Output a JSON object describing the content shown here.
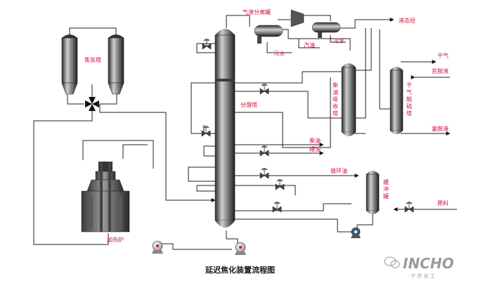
{
  "caption": "延迟焦化装置流程图",
  "equipment": {
    "coke_drums": "焦炭塔",
    "fractionator": "分馏塔",
    "furnace": "加热炉",
    "gas_liquid_separator": "气液分离罐",
    "diesel_absorber": [
      "柴",
      "油",
      "吸",
      "收",
      "塔"
    ],
    "dry_gas_desulfurizer": [
      "干",
      "气",
      "脱",
      "硫",
      "塔"
    ],
    "buffer_tank": [
      "缓",
      "冲",
      "罐"
    ]
  },
  "streams": {
    "sour_water_1": "污水",
    "gasoline": "汽油",
    "sour_water_2": "污水",
    "liquefied_gas": "液态烃",
    "dry_gas": "干气",
    "lean_amine": "贫胺液",
    "rich_amine": "富胺液",
    "diesel": "柴油",
    "wax_oil": "蜡油",
    "recycle_oil": "循环油",
    "feed": "原料"
  },
  "watermark": {
    "logo_text": "INCHO",
    "sub_text": "宁 信 化 工"
  }
}
